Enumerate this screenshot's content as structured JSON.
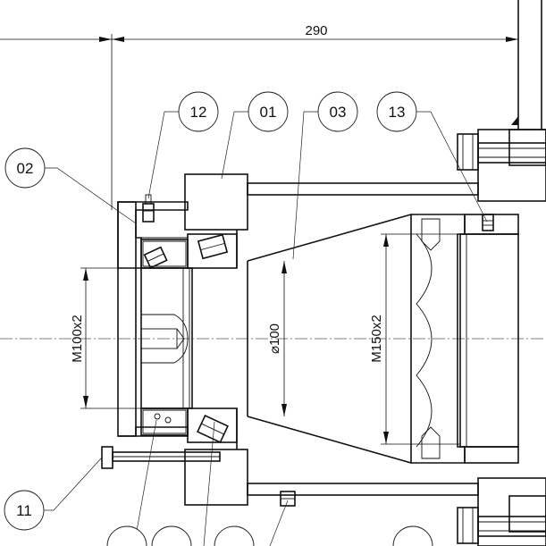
{
  "dimensions": {
    "overall_width": "290",
    "shaft_diameter": "⌀100",
    "thread_small": "M100x2",
    "thread_large": "M150x2"
  },
  "balloons": [
    {
      "id": "12",
      "label": "12"
    },
    {
      "id": "01",
      "label": "01"
    },
    {
      "id": "03",
      "label": "03"
    },
    {
      "id": "13",
      "label": "13"
    },
    {
      "id": "02",
      "label": "02"
    },
    {
      "id": "11",
      "label": "11"
    }
  ]
}
